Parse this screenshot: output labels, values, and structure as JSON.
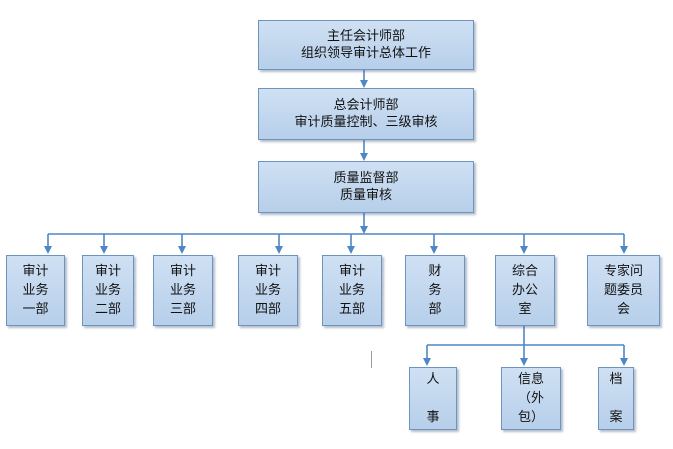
{
  "nodes": {
    "chief": "主任会计师部\n组织领导审计总体工作",
    "general": "总会计师部\n审计质量控制、三级审核",
    "quality": "质量监督部\n质量审核",
    "dept1": "审计\n业务\n一部",
    "dept2": "审计\n业务\n二部",
    "dept3": "审计\n业务\n三部",
    "dept4": "审计\n业务\n四部",
    "dept5": "审计\n业务\n五部",
    "finance": "财\n务\n部",
    "office": "综合\n办公\n室",
    "experts": "专家问\n题委员\n会",
    "hr": "人\n\n事",
    "it": "信息\n（外\n包）",
    "archive": "档\n\n案"
  }
}
